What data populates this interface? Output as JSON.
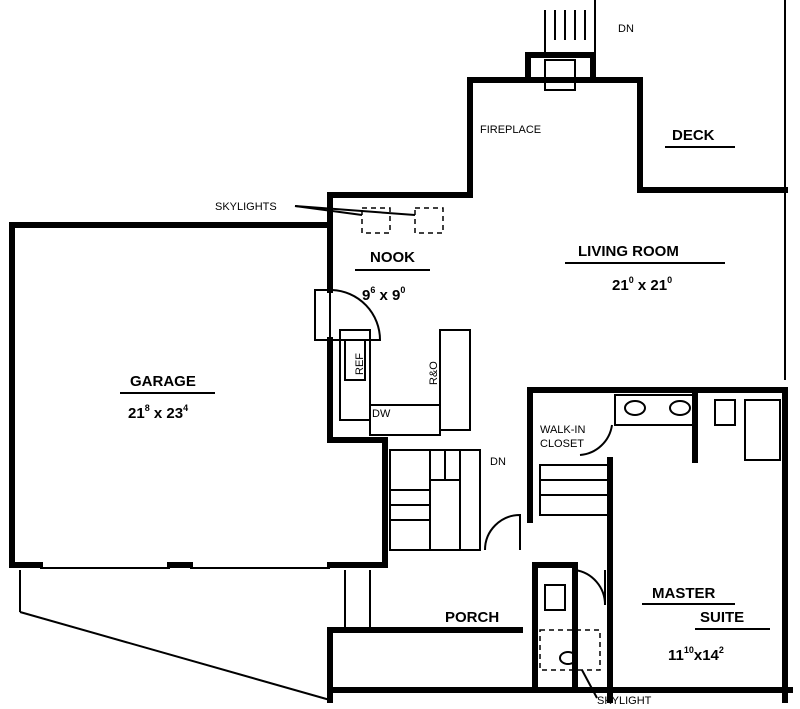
{
  "labels": {
    "dn_top": "DN",
    "fireplace": "FIREPLACE",
    "deck": "DECK",
    "skylights": "SKYLIGHTS",
    "nook": "NOOK",
    "living_room": "LIVING ROOM",
    "garage": "GARAGE",
    "ref": "REF",
    "rno": "R&O",
    "dw": "DW",
    "walk_in_closet_1": "WALK-IN",
    "walk_in_closet_2": "CLOSET",
    "dn_stairs": "DN",
    "porch": "PORCH",
    "master_1": "MASTER",
    "master_2": "SUITE",
    "skylight": "SKYLIGHT"
  },
  "dimensions": {
    "nook": {
      "a": "9",
      "a_sup": "6",
      "x": " x ",
      "b": "9",
      "b_sup": "0"
    },
    "living_room": {
      "a": "21",
      "a_sup": "0",
      "x": " x ",
      "b": "21",
      "b_sup": "0"
    },
    "garage": {
      "a": "21",
      "a_sup": "8",
      "x": " x ",
      "b": "23",
      "b_sup": "4"
    },
    "master_suite": {
      "a": "11",
      "a_sup": "10",
      "x": "x",
      "b": "14",
      "b_sup": "2"
    }
  }
}
